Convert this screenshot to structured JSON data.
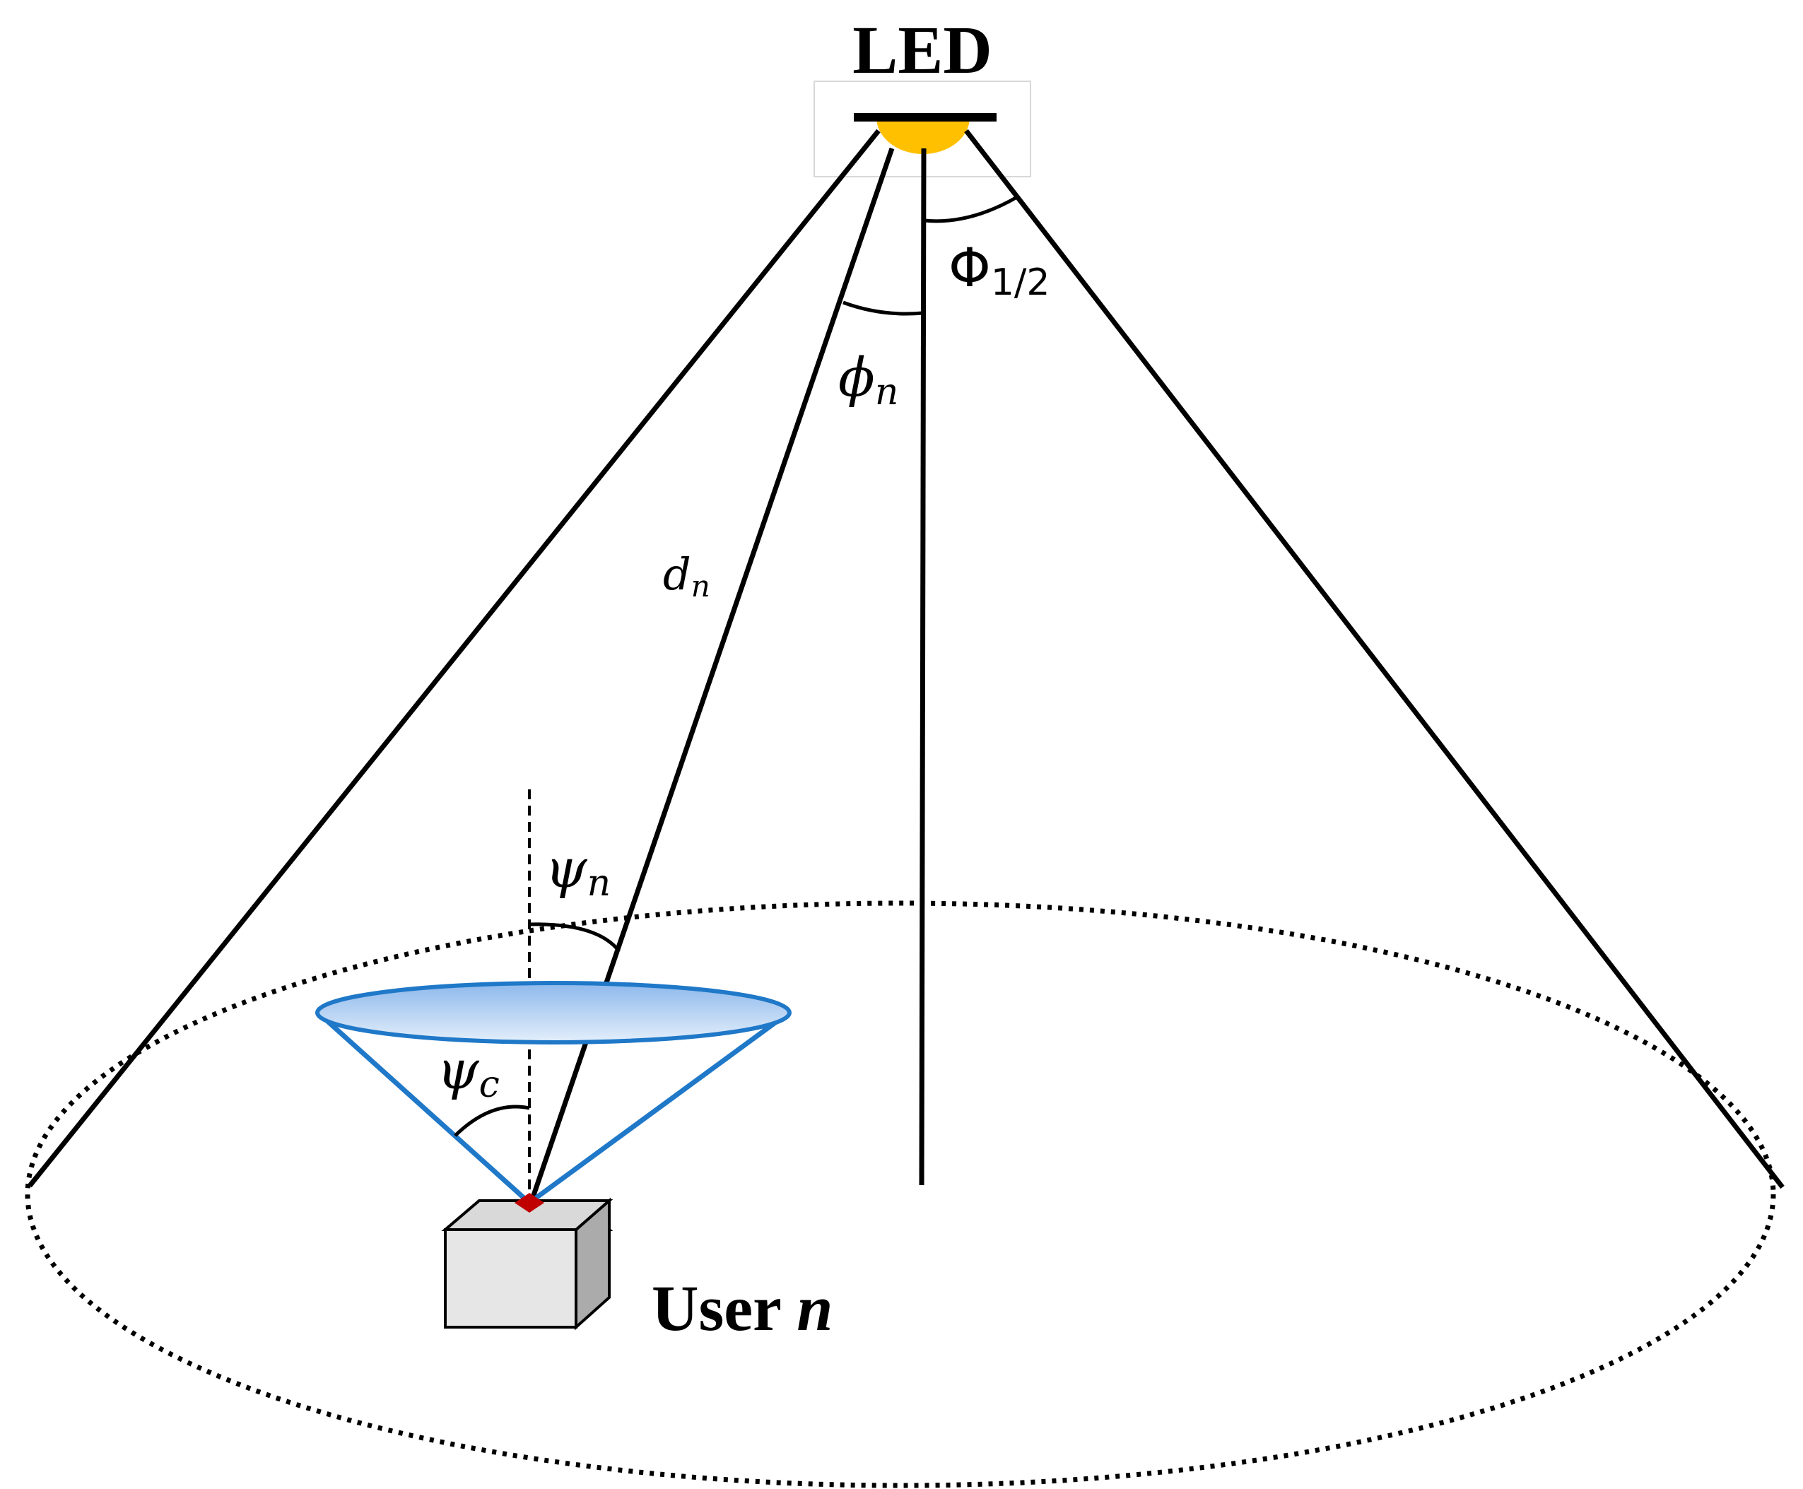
{
  "diagram": {
    "led_label": "LED",
    "user_label_prefix": "User",
    "user_label_var": "n",
    "angle_half_power": {
      "symbol": "Φ",
      "subscript": "1/2"
    },
    "angle_irradiance": {
      "symbol": "ϕ",
      "subscript": "n"
    },
    "distance": {
      "symbol": "d",
      "subscript": "n"
    },
    "angle_incidence": {
      "symbol": "ψ",
      "subscript": "n"
    },
    "angle_fov": {
      "symbol": "ψ",
      "subscript": "c"
    }
  },
  "colors": {
    "led_fill": "#FFC000",
    "cone_edges": "#1F78C8",
    "lens_fill": "#9CC3F0",
    "box_front": "#E6E6E6",
    "box_top": "#D9D9D9",
    "box_side": "#ABABAB",
    "photodetector": "#C00000",
    "lines": "#000000"
  },
  "icons": [
    "led-icon",
    "photodetector-icon",
    "user-box-icon"
  ]
}
